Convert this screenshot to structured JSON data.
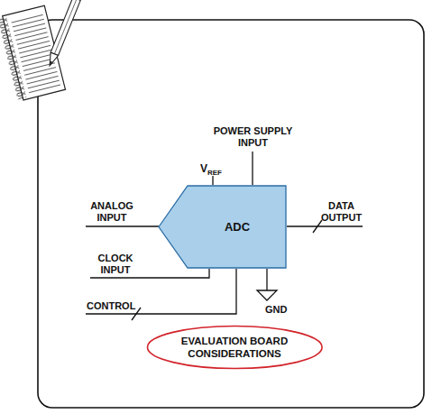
{
  "diagram": {
    "nodes": [
      {
        "text": [
          "ADC"
        ]
      },
      {
        "text": [
          "EVALUATION BOARD CONSIDERATIONS"
        ]
      }
    ],
    "labels": [
      "POWER SUPPLY INPUT",
      "V",
      "REF",
      "ANALOG INPUT",
      "DATA OUTPUT",
      "CLOCK INPUT",
      "CONTROL",
      "GND"
    ]
  }
}
